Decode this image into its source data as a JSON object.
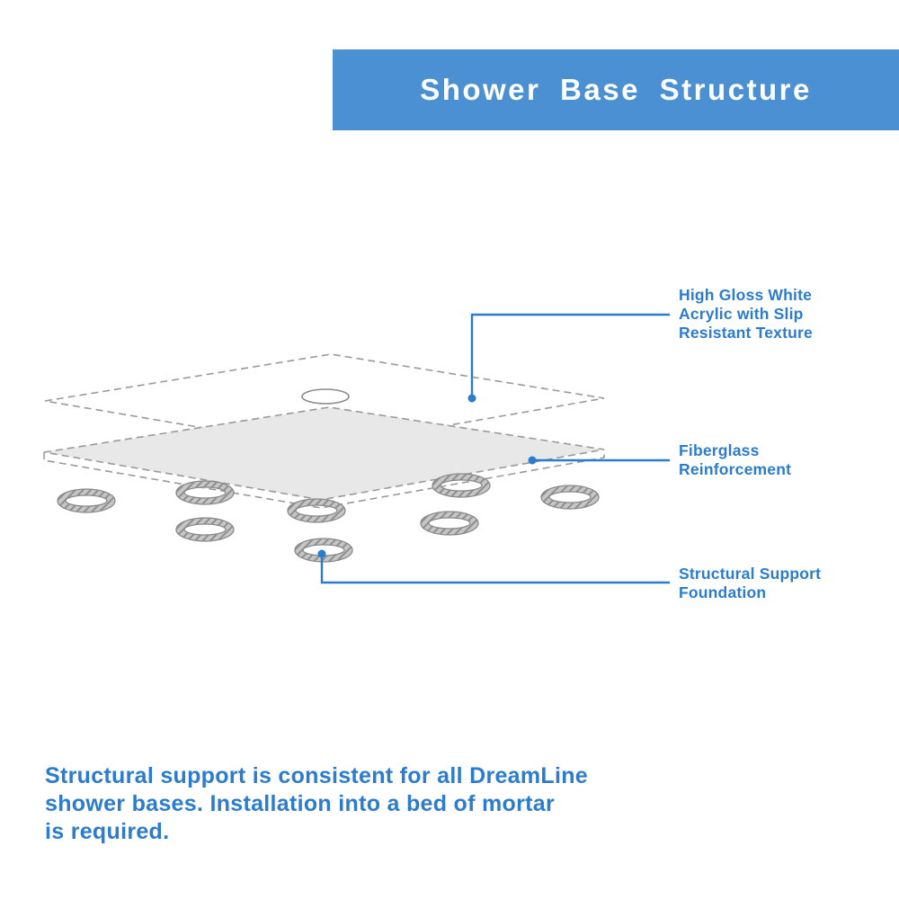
{
  "banner": {
    "title": "Shower Base Structure"
  },
  "callouts": [
    {
      "target": "acrylic-top-layer",
      "lines": [
        "High Gloss White",
        "Acrylic with Slip",
        "Resistant Texture"
      ]
    },
    {
      "target": "fiberglass-layer",
      "lines": [
        "Fiberglass",
        "Reinforcement"
      ]
    },
    {
      "target": "support-foundation-rings",
      "lines": [
        "Structural Support",
        "Foundation"
      ]
    }
  ],
  "footer": {
    "lines": [
      "Structural support is consistent for all DreamLine",
      "shower bases. Installation into a bed of mortar",
      "is required."
    ]
  },
  "diagram": {
    "description": "Exploded isometric view of shower base: dashed acrylic top layer with drain opening, gray fiberglass reinforcement layer, and eight structural support rings",
    "support_ring_count": 8
  },
  "colors": {
    "banner_blue": "#4b90d2",
    "accent_blue": "#2b7ccf",
    "layer_gray": "#e8e8e8",
    "ring_gray": "#c6c6c6",
    "outline_gray": "#9a9a9a"
  }
}
